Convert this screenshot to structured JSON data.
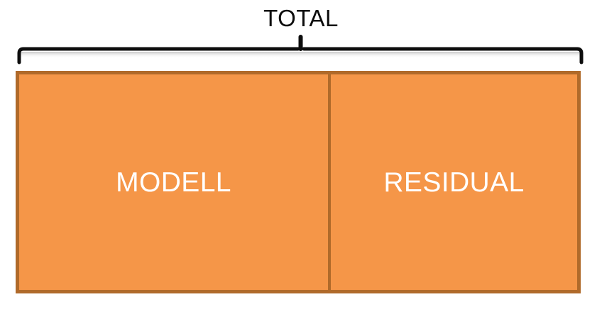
{
  "diagram": {
    "type": "variance-decomposition-bar",
    "title": "TOTAL",
    "brace": {
      "icon": "curly-brace-up-icon",
      "orientation": "horizontal-top",
      "spans_label": "TOTAL",
      "color": "#0d0d0d"
    },
    "bar": {
      "fill_color": "#f59648",
      "border_color": "#b06a2a",
      "segments": [
        {
          "id": "modell",
          "label": "MODELL",
          "label_color": "#ffffff",
          "width_share_percent": 56
        },
        {
          "id": "residual",
          "label": "RESIDUAL",
          "label_color": "#ffffff",
          "width_share_percent": 44
        }
      ]
    }
  },
  "colors": {
    "background": "#ffffff",
    "accent_fill": "#f59648",
    "accent_border": "#b06a2a",
    "text_dark": "#0d0d0d",
    "text_light": "#ffffff"
  }
}
